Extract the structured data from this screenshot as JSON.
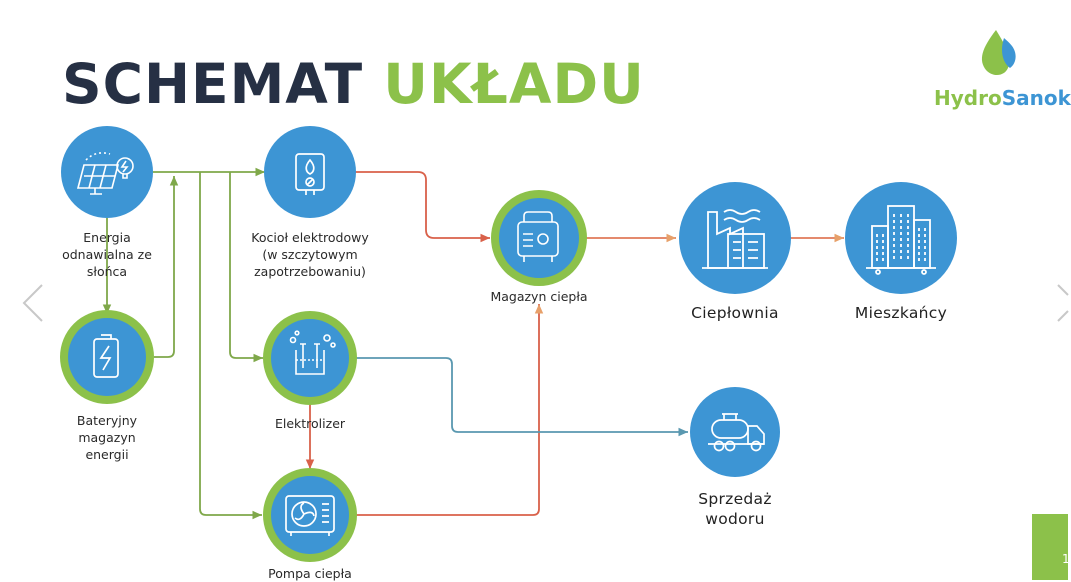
{
  "title": {
    "part1": "SCHEMAT",
    "part2": "UKŁADU"
  },
  "logo": {
    "part1": "Hydro",
    "part2": "Sanok"
  },
  "nodes": {
    "solar": "Energia odnawialna ze słońca",
    "battery": "Bateryjny magazyn energii",
    "boiler": "Kocioł elektrodowy (w szczytowym zapotrzebowaniu)",
    "electrolyzer": "Elektrolizer",
    "heatpump": "Pompa ciepła",
    "storage": "Magazyn ciepła",
    "heatplant": "Ciepłownia",
    "residents": "Mieszkańcy",
    "hydrogen": "Sprzedaż wodoru"
  },
  "page_number": "1",
  "colors": {
    "title_dark": "#263044",
    "accent_green": "#8cc14a",
    "circle_blue": "#3d95d4",
    "flow_green": "#7fa84a",
    "flow_red": "#d9614a",
    "flow_orange": "#e7a06a",
    "flow_blue": "#5a98b0"
  }
}
